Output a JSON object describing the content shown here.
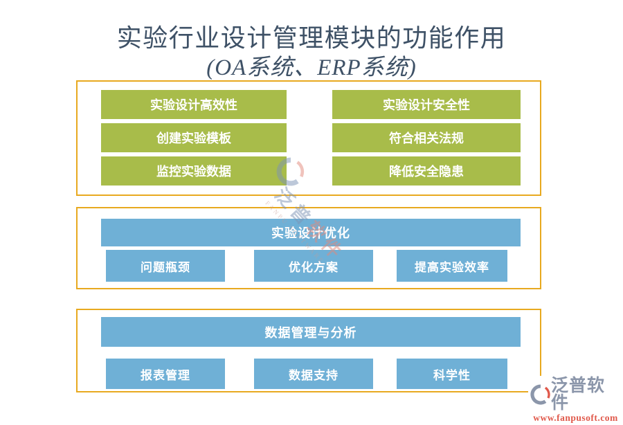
{
  "title": {
    "line1": "实验行业设计管理模块的功能作用",
    "line2": "(OA系统、ERP系统)"
  },
  "panels": {
    "benefits": {
      "left": [
        "实验设计高效性",
        "创建实验模板",
        "监控实验数据"
      ],
      "right": [
        "实验设计安全性",
        "符合相关法规",
        "降低安全隐患"
      ]
    },
    "optimization": {
      "header": "实验设计优化",
      "items": [
        "问题瓶颈",
        "优化方案",
        "提高实验效率"
      ]
    },
    "data_management": {
      "header": "数据管理与分析",
      "items": [
        "报表管理",
        "数据支持",
        "科学性"
      ]
    }
  },
  "watermark": {
    "brand_part1": "泛普",
    "brand_part2": "软件",
    "brand_en": "FANPU SOFTWARE"
  },
  "logo": {
    "brand": "泛普软件",
    "website": "www.fanpusoft.com"
  },
  "colors": {
    "green": "#A8BC4A",
    "blue": "#6FB0D6",
    "border_gold": "#E8A91F",
    "title_text": "#3E5166",
    "logo_gray": "#8B96AA",
    "logo_red": "#E0584A"
  }
}
